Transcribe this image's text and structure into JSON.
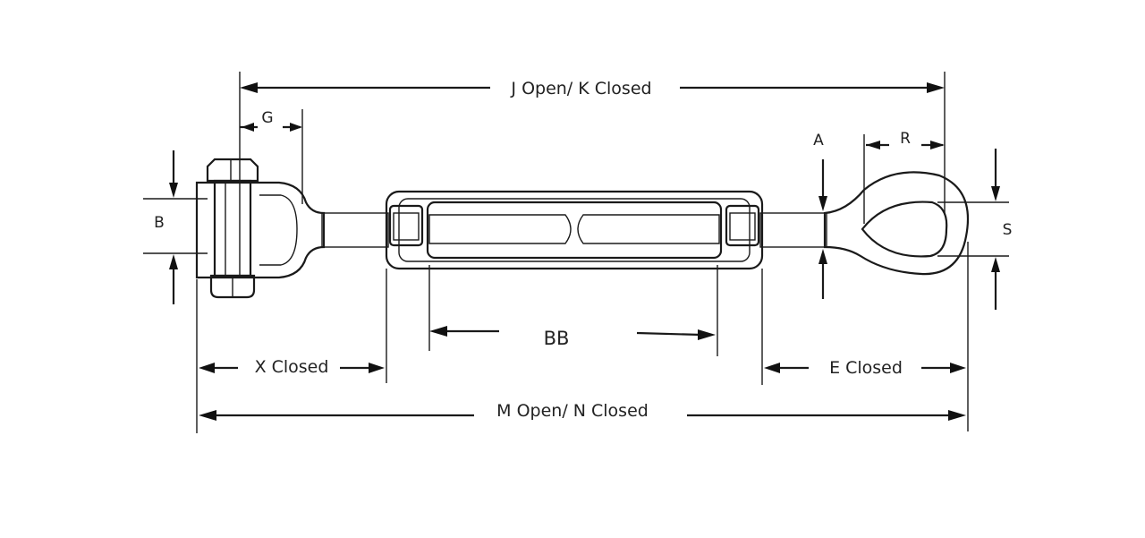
{
  "diagram": {
    "labels": {
      "j_open_k_closed": "J Open/ K Closed",
      "g": "G",
      "a": "A",
      "r": "R",
      "b": "B",
      "s": "S",
      "bb": "BB",
      "x_closed": "X Closed",
      "e_closed": "E Closed",
      "m_open_n_closed": "M Open/ N Closed"
    },
    "colors": {
      "line": "#1a1a1a",
      "thread_fill": "#9a9a9a",
      "background": "#ffffff"
    }
  }
}
